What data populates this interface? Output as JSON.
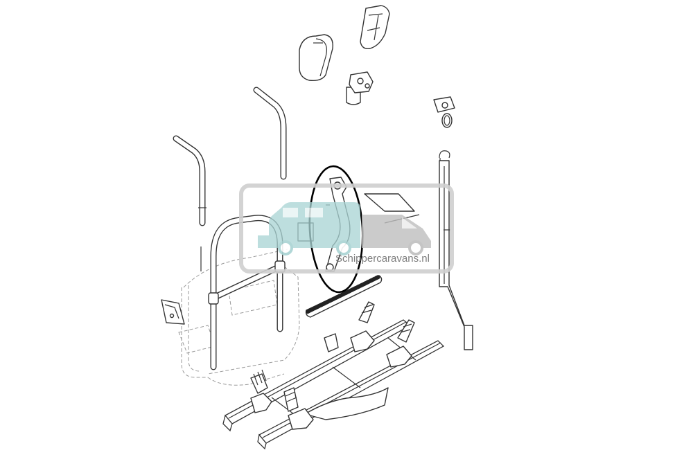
{
  "watermark": {
    "text": "Schippercaravans.nl",
    "van_color": "#a9d3d3",
    "truck_color": "#bfbfbf"
  },
  "highlight": {
    "shape": "ellipse",
    "color": "#000000"
  },
  "parts": [
    "clamp-cover-left",
    "clamp-cover-right",
    "strap-buckle",
    "lock-with-ring",
    "upright-tube-left",
    "upright-tube-right",
    "frame-hoop",
    "wall-bracket",
    "distance-arm",
    "rubber-strip",
    "locking-rod",
    "wheel-rails"
  ]
}
